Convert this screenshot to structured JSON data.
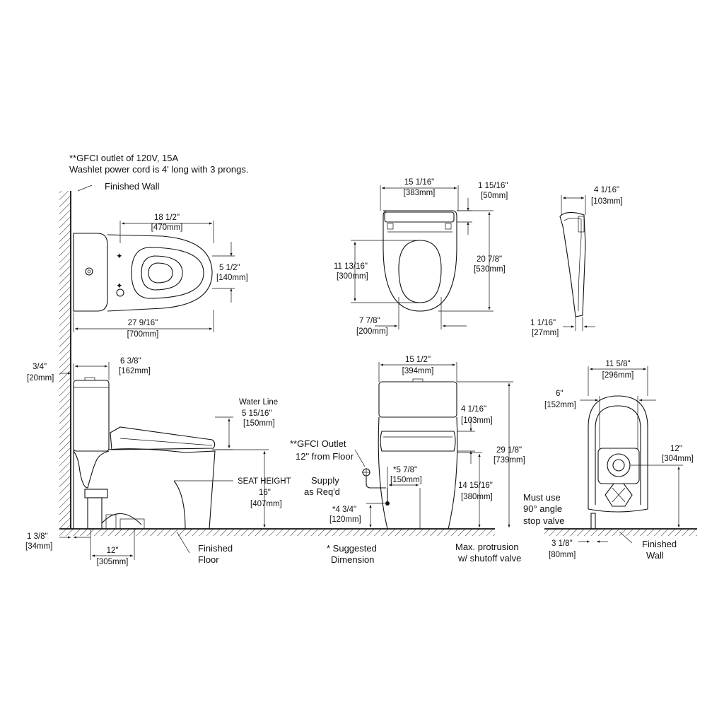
{
  "notes": {
    "gfci_line1": "**GFCI outlet of 120V, 15A",
    "gfci_line2": "Washlet power cord is 4' long with 3 prongs."
  },
  "top_view": {
    "finished_wall": "Finished Wall",
    "width_in": "18 1/2\"",
    "width_mm": "[470mm]",
    "bolt_in": "5 1/2\"",
    "bolt_mm": "[140mm]",
    "depth_in": "27 9/16\"",
    "depth_mm": "[700mm]"
  },
  "seat_top": {
    "width_in": "15 1/16\"",
    "width_mm": "[383mm]",
    "hinge_in": "1 15/16\"",
    "hinge_mm": "[50mm]",
    "front_in": "11 13/16\"",
    "front_mm": "[300mm]",
    "length_in": "20 7/8\"",
    "length_mm": "[530mm]",
    "opening_in": "7 7/8\"",
    "opening_mm": "[200mm]"
  },
  "seat_side": {
    "height_in": "4 1/16\"",
    "height_mm": "[103mm]",
    "thick_in": "1 1/16\"",
    "thick_mm": "[27mm]"
  },
  "side_view": {
    "gap_in": "3/4\"",
    "gap_mm": "[20mm]",
    "tank_in": "6 3/8\"",
    "tank_mm": "[162mm]",
    "water_line": "Water Line",
    "water_in": "5 15/16\"",
    "water_mm": "[150mm]",
    "seat_height_label": "SEAT HEIGHT",
    "seat_height_in": "16\"",
    "seat_height_mm": "[407mm]",
    "base_in": "1 3/8\"",
    "base_mm": "[34mm]",
    "rough_in": "12\"",
    "rough_mm": "[305mm]",
    "finished_floor_1": "Finished",
    "finished_floor_2": "Floor"
  },
  "front_view": {
    "width_in": "15 1/2\"",
    "width_mm": "[394mm]",
    "gfci_1": "**GFCI Outlet",
    "gfci_2": "12\" from Floor",
    "supply_1": "Supply",
    "supply_2": "as Req'd",
    "seat_in": "4 1/16\"",
    "seat_mm": "[103mm]",
    "height_in": "29 1/8\"",
    "height_mm": "[739mm]",
    "supply_off_in": "*5 7/8\"",
    "supply_off_mm": "[150mm]",
    "rim_in": "14 15/16\"",
    "rim_mm": "[380mm]",
    "supply_h_in": "*4 3/4\"",
    "supply_h_mm": "[120mm]",
    "suggested_1": "* Suggested",
    "suggested_2": "Dimension",
    "protrusion_1": "Max. protrusion",
    "protrusion_2": "w/ shutoff valve"
  },
  "rear_view": {
    "width_in": "11 5/8\"",
    "width_mm": "[296mm]",
    "inner_in": "6\"",
    "inner_mm": "[152mm]",
    "outlet_in": "12\"",
    "outlet_mm": "[304mm]",
    "must_1": "Must use",
    "must_2": "90° angle",
    "must_3": "stop valve",
    "prot_in": "3 1/8\"",
    "prot_mm": "[80mm]",
    "wall_1": "Finished",
    "wall_2": "Wall"
  }
}
